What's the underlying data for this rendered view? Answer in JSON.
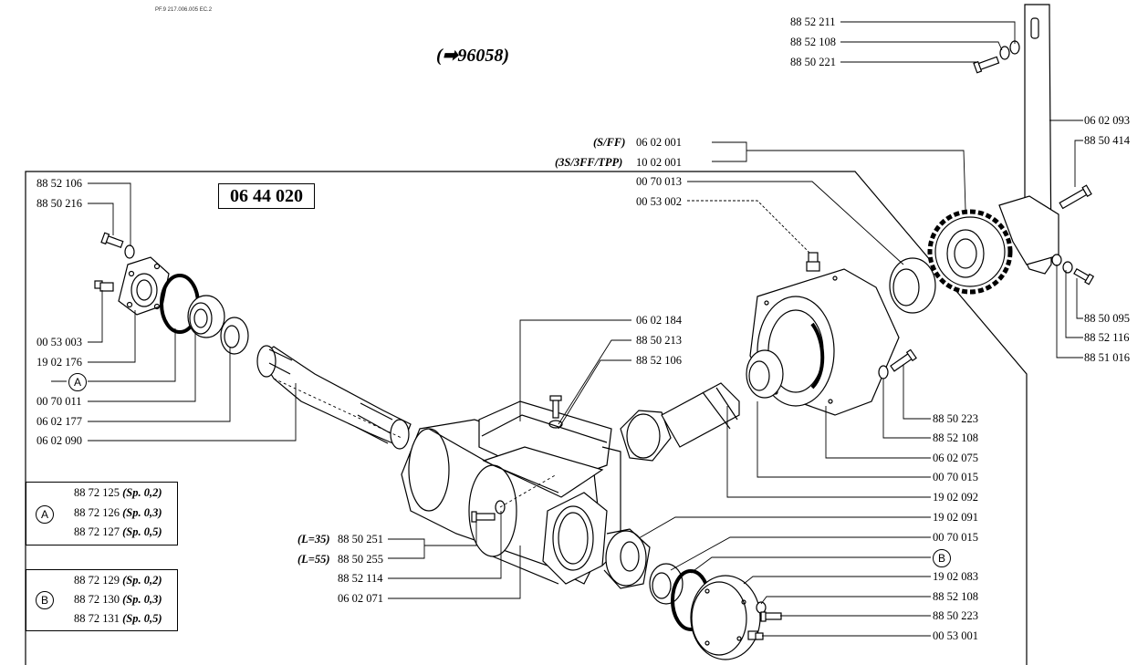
{
  "header": {
    "ref": "PF.9   217.006.005 EC.2"
  },
  "title": "(➡96058)",
  "group_code": "06 44 020",
  "callouts": {
    "A": "A",
    "B": "B"
  },
  "labels_left": {
    "p885210": "88 52 106",
    "p885021": "88 50 216",
    "p005300": "00 53 003",
    "p190217": "19 02 176",
    "p007001": "00 70 011",
    "p060217": "06 02 177",
    "p060209": "06 02 090"
  },
  "labels_top_right": {
    "p88521": "88 52 211",
    "p88521b": "88 52 108",
    "p88502": "88 50 221",
    "p060209b": "06 02 093",
    "p885041": "88 50 414",
    "sff_tag": "(S/FF)",
    "sff": "06 02 001",
    "tpp_tag": "(3S/3FF/TPP)",
    "tpp": "10 02 001",
    "p007013": "00 70 013",
    "p005302": "00 53 002",
    "p885009": "88 50 095",
    "p885211": "88 52 116",
    "p885101": "88 51 016"
  },
  "labels_center": {
    "p060218": "06 02 184",
    "p885021b": "88 50 213",
    "p885210c": "88 52 106"
  },
  "labels_right": {
    "p885022": "88 50 223",
    "p885210d": "88 52 108",
    "p060207": "06 02 075",
    "p007015": "00 70 015",
    "p190209": "19 02 092",
    "p190209b": "19 02 091",
    "p007015b": "00 70 015",
    "p190208": "19 02 083",
    "p885210e": "88 52 108",
    "p885022b": "88 50 223",
    "p005301": "00 53 001"
  },
  "labels_bottom": {
    "l35_tag": "(L=35)",
    "l35": "88 50 251",
    "l55_tag": "(L=55)",
    "l55": "88 50 255",
    "p885211b": "88 52 114",
    "p060207b": "06 02 071"
  },
  "legend_a": [
    {
      "code": "88 72 125",
      "sp": "(Sp. 0,2)"
    },
    {
      "code": "88 72 126",
      "sp": "(Sp. 0,3)"
    },
    {
      "code": "88 72 127",
      "sp": "(Sp. 0,5)"
    }
  ],
  "legend_b": [
    {
      "code": "88 72 129",
      "sp": "(Sp. 0,2)"
    },
    {
      "code": "88 72 130",
      "sp": "(Sp. 0,3)"
    },
    {
      "code": "88 72 131",
      "sp": "(Sp. 0,5)"
    }
  ]
}
